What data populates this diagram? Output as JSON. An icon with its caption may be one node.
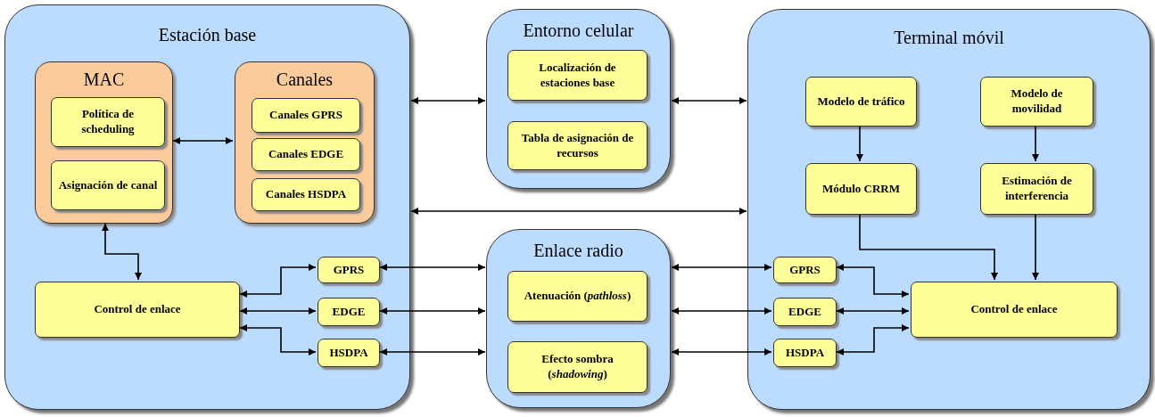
{
  "diagram": {
    "nodes": [
      {
        "text": [
          "Estación base"
        ]
      },
      {
        "text": [
          "MAC"
        ],
        "in": 0
      },
      {
        "text": [
          "Política de scheduling"
        ],
        "in": 1
      },
      {
        "text": [
          "Asignación de canal"
        ],
        "in": 1
      },
      {
        "text": [
          "Canales"
        ],
        "in": 0
      },
      {
        "text": [
          "Canales GPRS"
        ],
        "in": 4
      },
      {
        "text": [
          "Canales EDGE"
        ],
        "in": 4
      },
      {
        "text": [
          "Canales HSDPA"
        ],
        "in": 4
      },
      {
        "text": [
          "Control de enlace"
        ],
        "in": 0
      },
      {
        "text": [
          "GPRS"
        ],
        "in": 0
      },
      {
        "text": [
          "EDGE"
        ],
        "in": 0
      },
      {
        "text": [
          "HSDPA"
        ],
        "in": 0
      },
      {
        "text": [
          "Entorno celular"
        ]
      },
      {
        "text": [
          "Localización de estaciones base"
        ],
        "in": 12
      },
      {
        "text": [
          "Tabla de asignación de recursos"
        ],
        "in": 12
      },
      {
        "text": [
          "Enlace radio"
        ]
      },
      {
        "text": [
          "Atenuación (*pathloss*)"
        ],
        "in": 15
      },
      {
        "text": [
          "Efecto sombra (*shadowing*)"
        ],
        "in": 15
      },
      {
        "text": [
          "Terminal móvil"
        ]
      },
      {
        "text": [
          "Modelo de tráfico"
        ],
        "in": 18
      },
      {
        "text": [
          "Modelo de movilidad"
        ],
        "in": 18
      },
      {
        "text": [
          "Módulo CRRM"
        ],
        "in": 18
      },
      {
        "text": [
          "Estimación de interferencia"
        ],
        "in": 18
      },
      {
        "text": [
          "GPRS"
        ],
        "in": 18
      },
      {
        "text": [
          "EDGE"
        ],
        "in": 18
      },
      {
        "text": [
          "HSDPA"
        ],
        "in": 18
      },
      {
        "text": [
          "Control de enlace"
        ],
        "in": 18
      }
    ],
    "edges": [
      {
        "from": 1,
        "to": 4,
        "arrow": "both"
      },
      {
        "from": 1,
        "to": 8,
        "arrow": "both"
      },
      {
        "from": 8,
        "to": 9,
        "arrow": "both"
      },
      {
        "from": 8,
        "to": 10,
        "arrow": "both"
      },
      {
        "from": 8,
        "to": 11,
        "arrow": "both"
      },
      {
        "from": 0,
        "to": 12,
        "arrow": "both"
      },
      {
        "from": 12,
        "to": 18,
        "arrow": "both"
      },
      {
        "from": 0,
        "to": 18,
        "arrow": "both"
      },
      {
        "from": 9,
        "to": 15,
        "arrow": "both"
      },
      {
        "from": 10,
        "to": 15,
        "arrow": "both"
      },
      {
        "from": 11,
        "to": 15,
        "arrow": "both"
      },
      {
        "from": 15,
        "to": 23,
        "arrow": "both"
      },
      {
        "from": 15,
        "to": 24,
        "arrow": "both"
      },
      {
        "from": 15,
        "to": 25,
        "arrow": "both"
      },
      {
        "from": 23,
        "to": 26,
        "arrow": "both"
      },
      {
        "from": 24,
        "to": 26,
        "arrow": "both"
      },
      {
        "from": 25,
        "to": 26,
        "arrow": "both"
      },
      {
        "from": 19,
        "to": 21,
        "arrow": "to"
      },
      {
        "from": 20,
        "to": 22,
        "arrow": "to"
      },
      {
        "from": 21,
        "to": 26,
        "arrow": "to"
      },
      {
        "from": 22,
        "to": 26,
        "arrow": "to"
      }
    ]
  }
}
